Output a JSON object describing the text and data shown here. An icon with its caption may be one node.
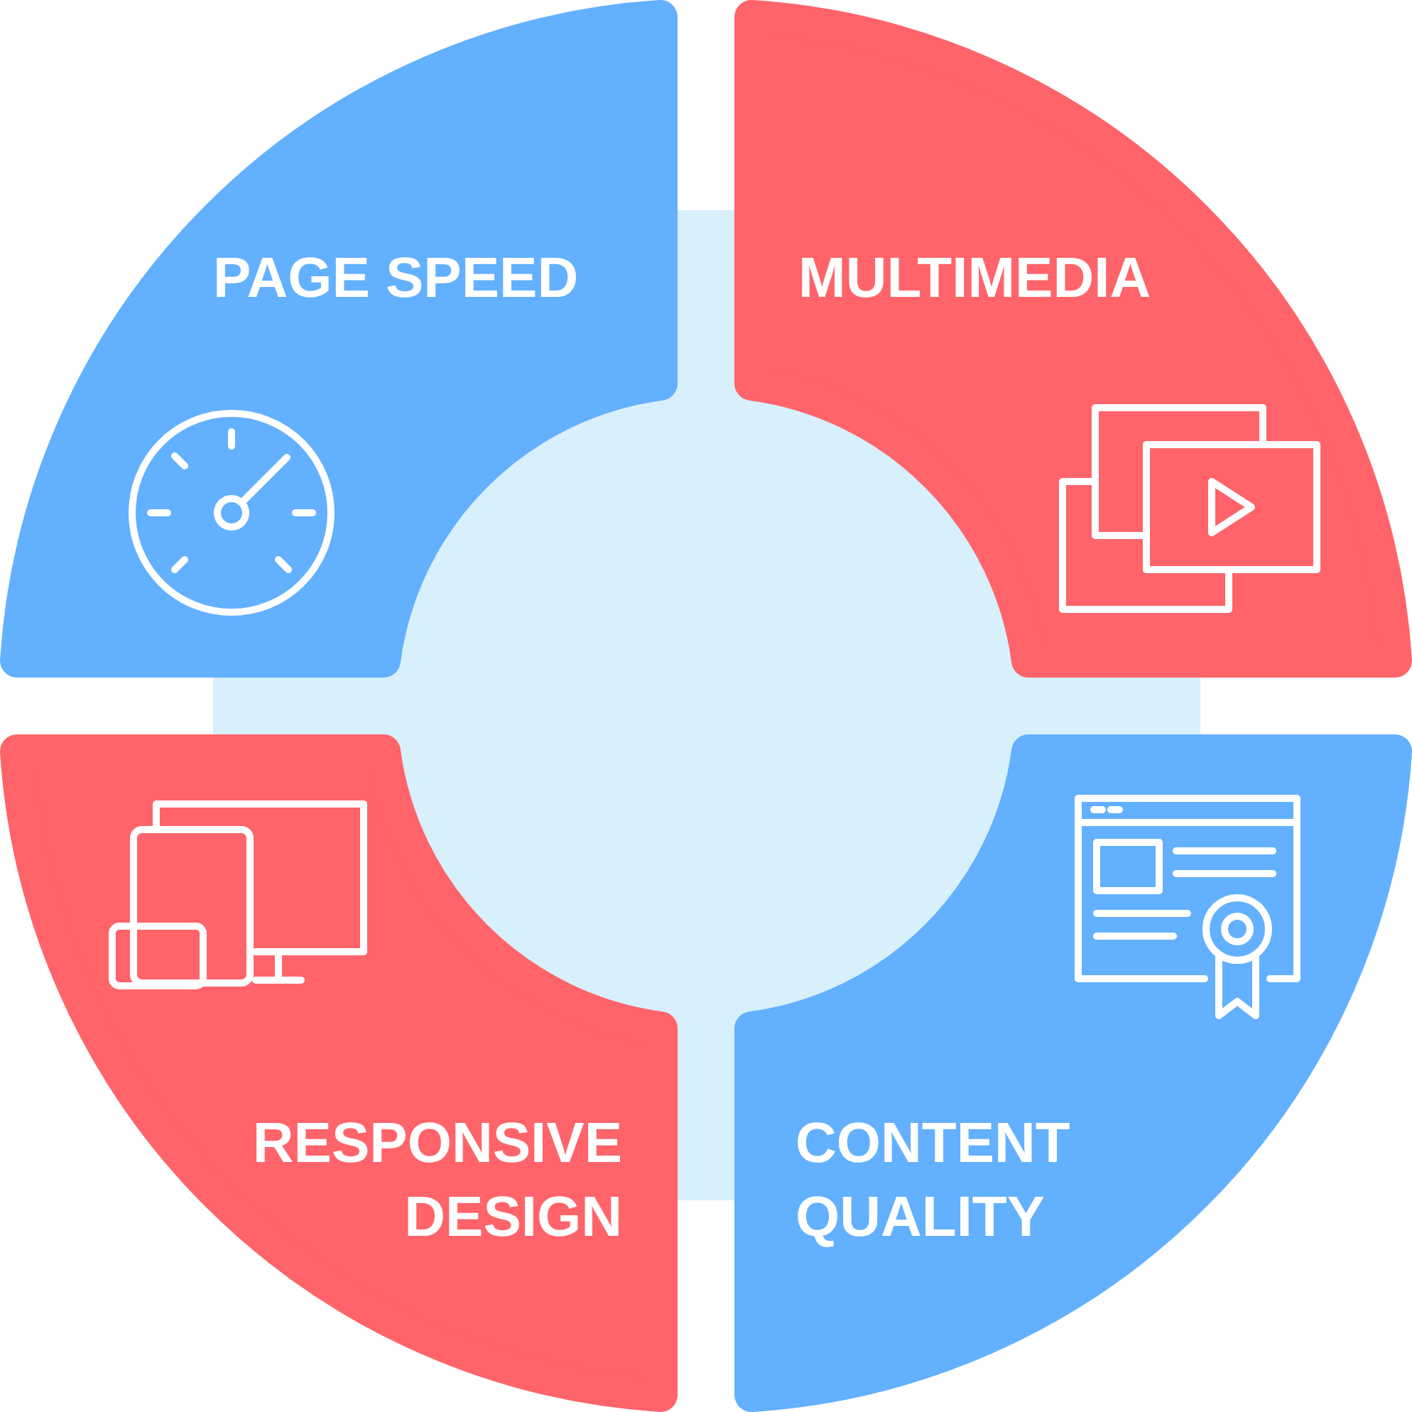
{
  "diagram": {
    "nodes": [
      {
        "text": [
          "PAGE SPEED"
        ]
      },
      {
        "text": [
          "MULTIMEDIA"
        ]
      },
      {
        "text": [
          "RESPONSIVE DESIGN"
        ]
      },
      {
        "text": [
          "CONTENT QUALITY"
        ]
      }
    ]
  }
}
